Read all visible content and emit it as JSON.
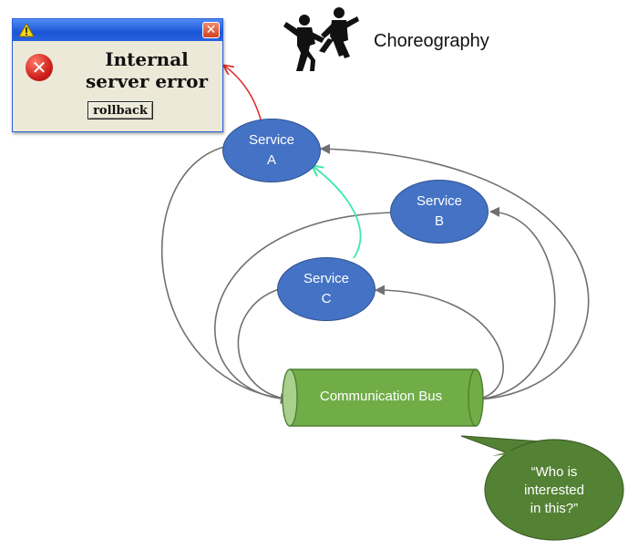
{
  "header": {
    "title": "Choreography",
    "icon": "dancers-icon"
  },
  "dialog": {
    "title_icon": "warning-icon",
    "close_glyph": "✕",
    "error_icon": "error-x-icon",
    "message_line1": "Internal",
    "message_line2": "server error",
    "button_label": "rollback"
  },
  "services": {
    "a": {
      "line1": "Service",
      "line2": "A"
    },
    "b": {
      "line1": "Service",
      "line2": "B"
    },
    "c": {
      "line1": "Service",
      "line2": "C"
    }
  },
  "bus": {
    "label": "Communication Bus"
  },
  "bubble": {
    "line1": "“Who is",
    "line2": "interested",
    "line3": "in this?”"
  },
  "colors": {
    "service_fill": "#4472c4",
    "bus_fill": "#70ad47",
    "bubble_fill": "#548235",
    "connector": "#707070",
    "error_arrow": "#e0302a",
    "event_arrow": "#3ee8a8"
  }
}
